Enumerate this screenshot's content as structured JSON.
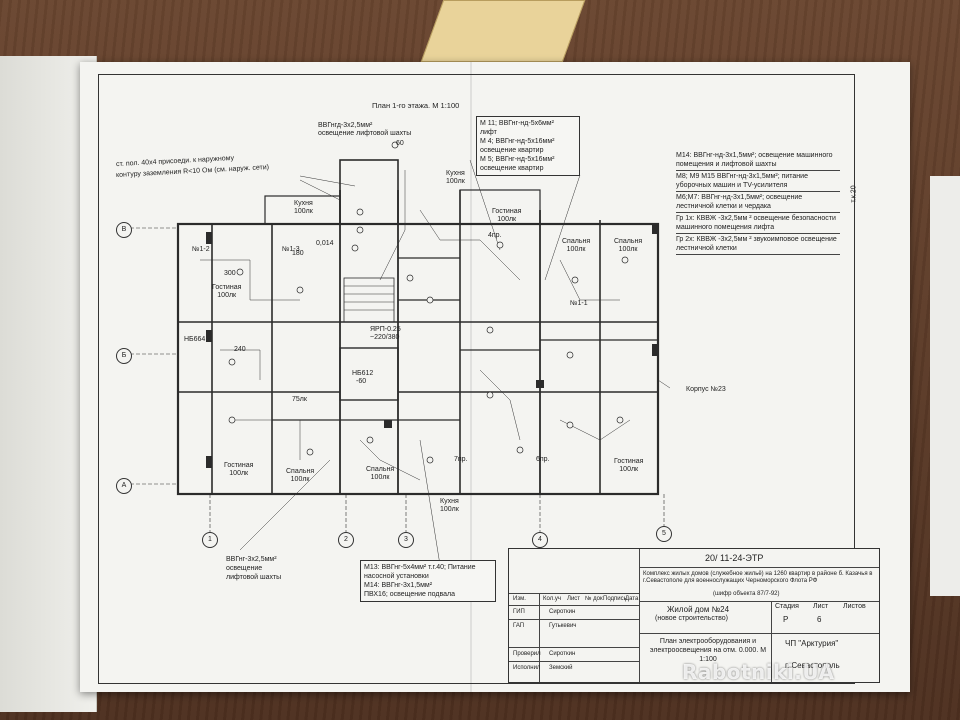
{
  "plan_title": "План 1-го этажа. М 1:100",
  "cables": {
    "top_left_shaft": [
      "ВВГнгд-3х2,5мм²",
      "освещение лифтовой шахты"
    ],
    "top_center": [
      "М 11; ВВГнг-нд-5х6мм²",
      "лифт",
      "М 4; ВВГнг-нд-5х16мм²",
      "освещение квартир",
      "М 5; ВВГнг-нд-5х16мм²",
      "освещение квартир"
    ],
    "ground_note": [
      "ст. пол. 40х4 присоеди. к наружному",
      "контуру заземления R<10 Ом (см. наруж. сети)"
    ],
    "bottom_left": [
      "ВВГнг-3х2,5мм²",
      "освещение",
      "лифтовой шахты"
    ],
    "bottom_center": [
      "М13: ВВГнг-5х4мм² т.г.40; Питание",
      "насосной установки",
      "М14: ВВГнг-3х1,5мм²",
      "ПВХ16; освещение подвала"
    ]
  },
  "legend": [
    "М14: ВВГнг-нд-3х1,5мм²; освещение машинного помещения и лифтовой шахты",
    "М8; М9 М15 ВВГнг-нд-3х1,5мм²; питание уборочных машин и TV-усилителя",
    "М6;М7: ВВГнг-нд-3х1,5мм²; освещение лестничной клетки и чердака",
    "Гр 1х: КВВЖ -3х2,5мм ²  освещение безопасности машинного помещения лифта",
    "Гр 2х: КВВЖ -3х2,5мм ²  звукоимповое освещение лестничной клетки"
  ],
  "corpus_label": "Корпус №23",
  "side_mark": "т.к.20",
  "panels": [
    "ЯРП-0.25",
    "~220/380",
    "НБ612",
    "-60"
  ],
  "rooms": [
    {
      "name": "Кухня",
      "area": "100лк"
    },
    {
      "name": "Кухня",
      "area": "100лк"
    },
    {
      "name": "Гостиная",
      "area": "100лк"
    },
    {
      "name": "Гостиная",
      "area": "100лк"
    },
    {
      "name": "Спальня",
      "area": "100лк"
    },
    {
      "name": "Спальня",
      "area": "100лк"
    },
    {
      "name": "Гостиная",
      "area": "100лк"
    },
    {
      "name": "Спальня",
      "area": "100лк"
    },
    {
      "name": "Спальня",
      "area": "100лк"
    },
    {
      "name": "Гостиная",
      "area": "100лк"
    },
    {
      "name": "Кухня",
      "area": "100лк"
    }
  ],
  "fixture_marks": [
    "№1-2",
    "№1-3",
    "№1-1",
    "300",
    "240",
    "180",
    "60",
    "0,014",
    "4пр.",
    "6пр.",
    "7пр.",
    "НБ664",
    "75лк"
  ],
  "axes_rows": [
    "В",
    "Б",
    "А"
  ],
  "axes_cols": [
    "1",
    "2",
    "3",
    "4",
    "5"
  ],
  "title_block": {
    "code": "20/ 11-24-ЭТР",
    "project": "Комплекс жилых домов (служебное жильё) на 1260 квартир в районе б. Казачья в г.Севастополе для военнослужащих Черноморского Флота РФ",
    "cipher": "(шифр объекта 87/7-92)",
    "building": "Жилой дом №24",
    "building_sub": "(новое строительство)",
    "stage_header": [
      "Стадия",
      "Лист",
      "Листов"
    ],
    "stage_values": [
      "Р",
      "6",
      ""
    ],
    "sheet_name": "План электрооборудования и электроосвещения на отм. 0.000. М 1:100",
    "org": "ЧП \"Арктурия\"",
    "city": "г. Севастополь",
    "table_header": [
      "Изм.",
      "Кол.уч",
      "Лист",
      "№ док",
      "Подпись",
      "Дата"
    ],
    "roles": [
      {
        "role": "ГИП",
        "name": "Сироткин"
      },
      {
        "role": "ГАП",
        "name": "Гутькевич"
      },
      {
        "role": "Проверил",
        "name": "Сироткин"
      },
      {
        "role": "Исполнил",
        "name": "Земский"
      }
    ]
  },
  "watermark": "Rabotniki.UA"
}
